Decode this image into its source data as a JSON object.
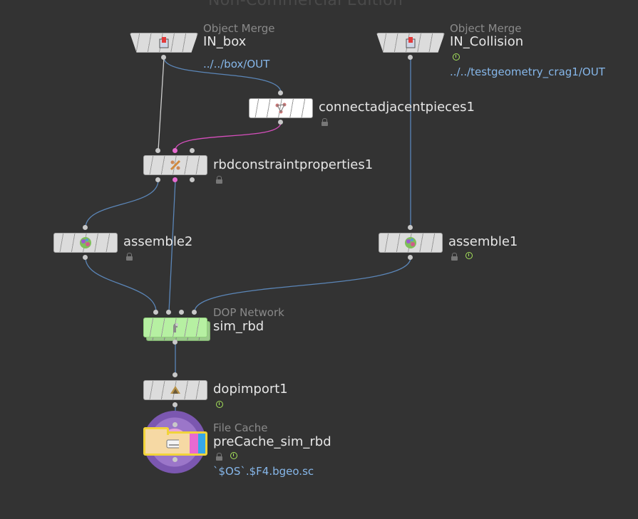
{
  "watermark": "Non-Commercial Edition",
  "colors": {
    "background": "#333333",
    "wire": "#5b86b8",
    "wire_highlight": "#d64fbd",
    "path_text": "#86b7ea",
    "flag_green": "#a6e35a"
  },
  "nodes": {
    "in_box": {
      "type": "Object Merge",
      "name": "IN_box",
      "path": "../../box/OUT",
      "icon": "object-merge-icon"
    },
    "in_collision": {
      "type": "Object Merge",
      "name": "IN_Collision",
      "path": "../../testgeometry_crag1/OUT",
      "icon": "object-merge-icon"
    },
    "connectadjacentpieces": {
      "name": "connectadjacentpieces1",
      "icon": "connect-pieces-icon"
    },
    "rbdconstraintproperties": {
      "name": "rbdconstraintproperties1",
      "icon": "constraint-properties-icon"
    },
    "assemble2": {
      "name": "assemble2",
      "icon": "assemble-icon"
    },
    "assemble1": {
      "name": "assemble1",
      "icon": "assemble-icon"
    },
    "sim_rbd": {
      "type": "DOP Network",
      "name": "sim_rbd",
      "icon": "dop-network-icon"
    },
    "dopimport": {
      "name": "dopimport1",
      "icon": "dop-import-icon"
    },
    "precache": {
      "type": "File Cache",
      "name": "preCache_sim_rbd",
      "path": "`$OS`.$F4.bgeo.sc",
      "icon": "file-cache-icon"
    }
  }
}
